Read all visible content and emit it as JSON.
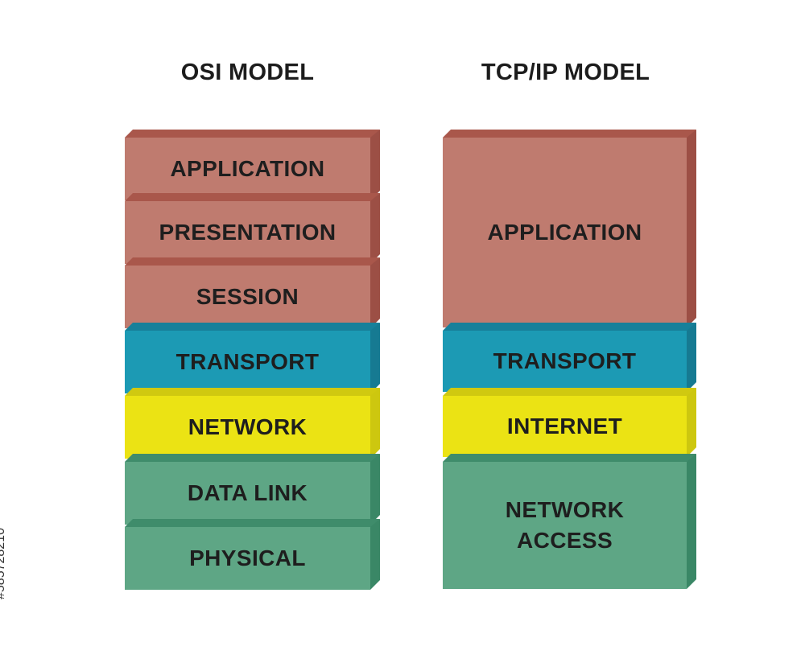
{
  "colors": {
    "application": {
      "face": "#bf7b6f",
      "top": "#a9574b",
      "side": "#9c4f45"
    },
    "transport": {
      "face": "#1c9ab4",
      "top": "#17809a",
      "side": "#167a92"
    },
    "network": {
      "face": "#ebe314",
      "top": "#d0c910",
      "side": "#cdc70f"
    },
    "link": {
      "face": "#5ea685",
      "top": "#3f8c6b",
      "side": "#3a8766"
    }
  },
  "osi": {
    "title": "OSI MODEL",
    "layers": [
      {
        "label": "APPLICATION",
        "color": "application"
      },
      {
        "label": "PRESENTATION",
        "color": "application"
      },
      {
        "label": "SESSION",
        "color": "application"
      },
      {
        "label": "TRANSPORT",
        "color": "transport"
      },
      {
        "label": "NETWORK",
        "color": "network"
      },
      {
        "label": "DATA LINK",
        "color": "link"
      },
      {
        "label": "PHYSICAL",
        "color": "link"
      }
    ]
  },
  "tcpip": {
    "title": "TCP/IP  MODEL",
    "layers": [
      {
        "label": "APPLICATION",
        "color": "application"
      },
      {
        "label": "TRANSPORT",
        "color": "transport"
      },
      {
        "label": "INTERNET",
        "color": "network"
      },
      {
        "label": "NETWORK\nACCESS",
        "color": "link"
      }
    ]
  },
  "watermark": "#585728210"
}
